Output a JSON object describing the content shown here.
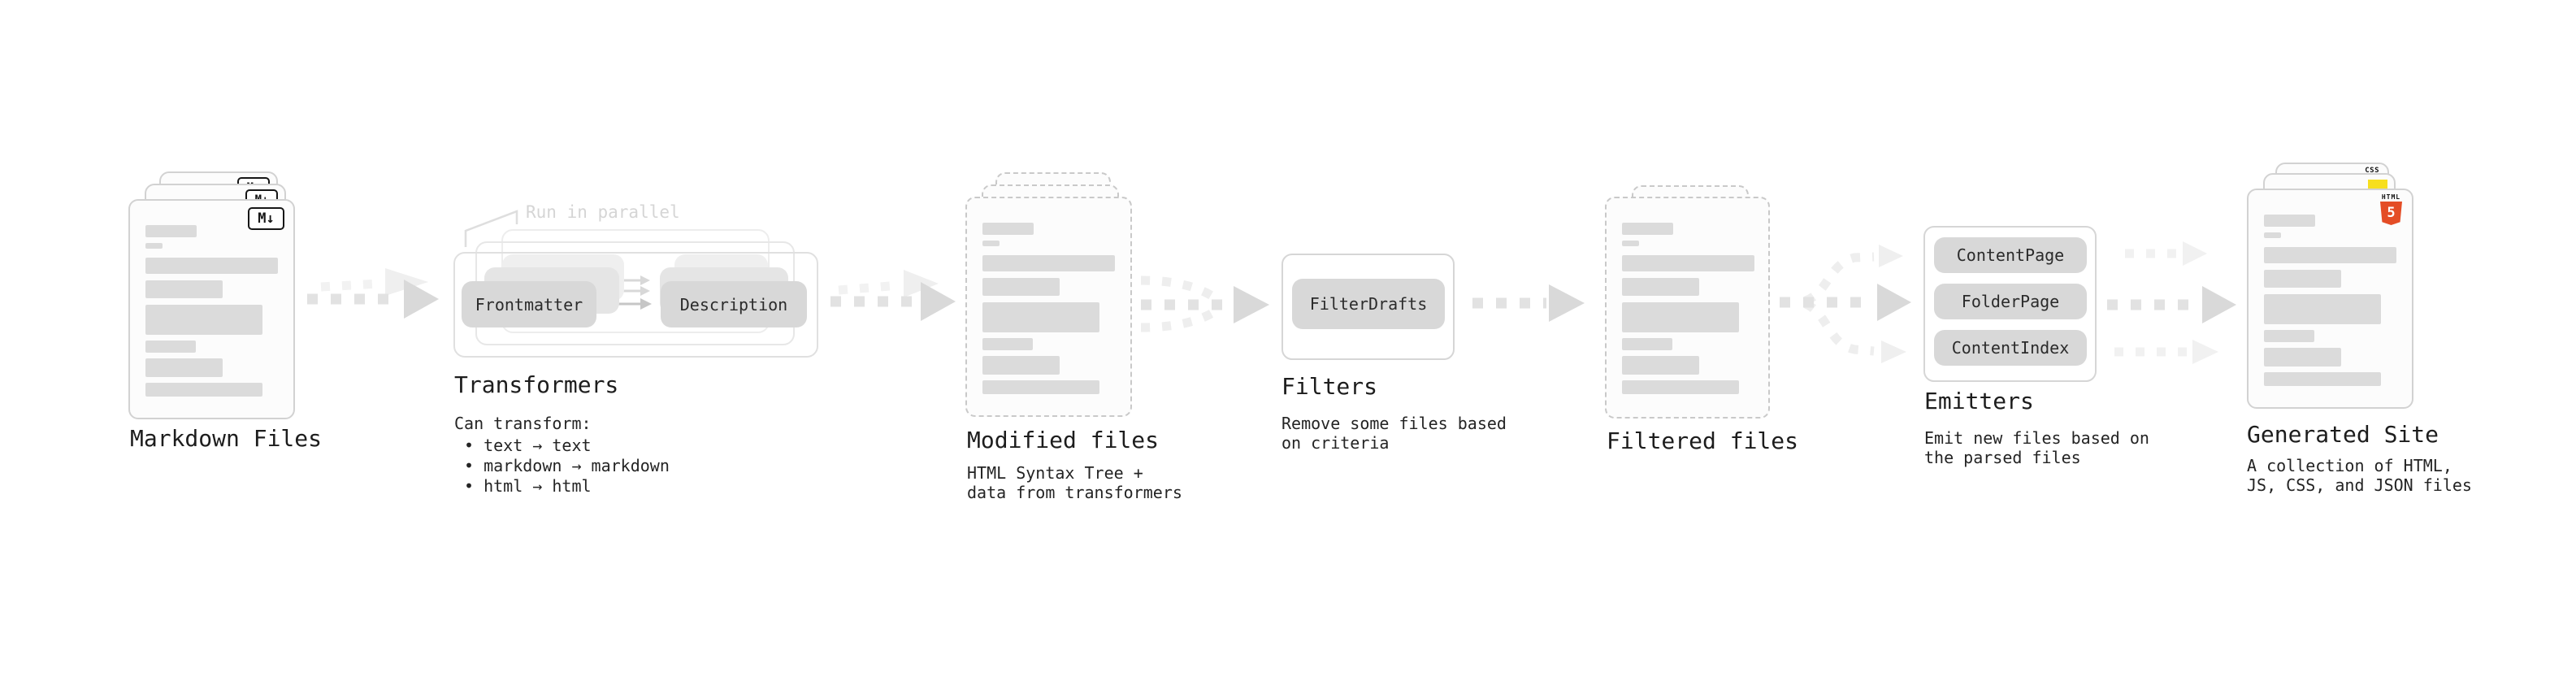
{
  "stages": {
    "markdown": {
      "label": "Markdown Files",
      "badge": "M↓"
    },
    "transformers": {
      "label": "Transformers",
      "annotation": "Run in parallel",
      "button_left": "Frontmatter",
      "button_right": "Description",
      "description_title": "Can transform:",
      "bullets": [
        "• text → text",
        "• markdown → markdown",
        "• html → html"
      ]
    },
    "modified": {
      "label": "Modified files",
      "description": [
        "HTML Syntax Tree +",
        "data from transformers"
      ]
    },
    "filters": {
      "label": "Filters",
      "button": "FilterDrafts",
      "description": [
        "Remove some files based",
        "on criteria"
      ]
    },
    "filtered": {
      "label": "Filtered files"
    },
    "emitters": {
      "label": "Emitters",
      "buttons": [
        "ContentPage",
        "FolderPage",
        "ContentIndex"
      ],
      "description": [
        "Emit new files based on",
        "the parsed files"
      ]
    },
    "generated": {
      "label": "Generated Site",
      "description": [
        "A collection of HTML,",
        "JS, CSS, and JSON files"
      ],
      "badges": {
        "html_word": "HTML",
        "html_number": "5",
        "css_word": "CSS"
      }
    }
  },
  "colors": {
    "background": "#ffffff",
    "text": "#1d1d1d",
    "doc_border": "#d2d2d2",
    "doc_dashed_border": "#c9c9c9",
    "doc_fill": "#fcfcfc",
    "placeholder_bar": "#dbdbdb",
    "button_fill": "#d8d8d8",
    "arrow_dash": "#e2e2e2",
    "arrow_head": "#d9d9d9",
    "arrow_faint": "#f0f0f0",
    "annotation_gray": "#d5d5d5",
    "html5_orange": "#e44d26",
    "html5_orange_light": "#f16529",
    "js_yellow": "#f7df1e",
    "css_blue": "#2b63e8"
  }
}
